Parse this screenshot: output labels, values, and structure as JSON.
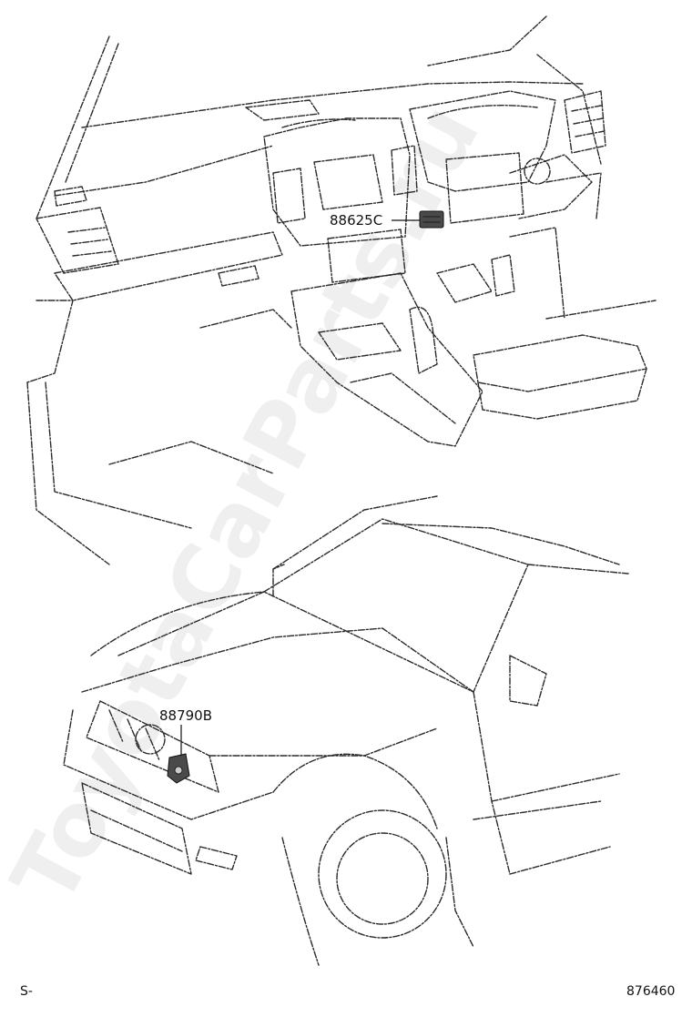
{
  "callouts": {
    "switch_part_no": "88625C",
    "bottom_part_no": "88790B"
  },
  "footer": {
    "left_code": "S-",
    "illustration_no": "876460"
  },
  "watermark": "ToyotaCarParts.ru",
  "colors": {
    "line": "#2a2a2a",
    "background": "#ffffff"
  }
}
